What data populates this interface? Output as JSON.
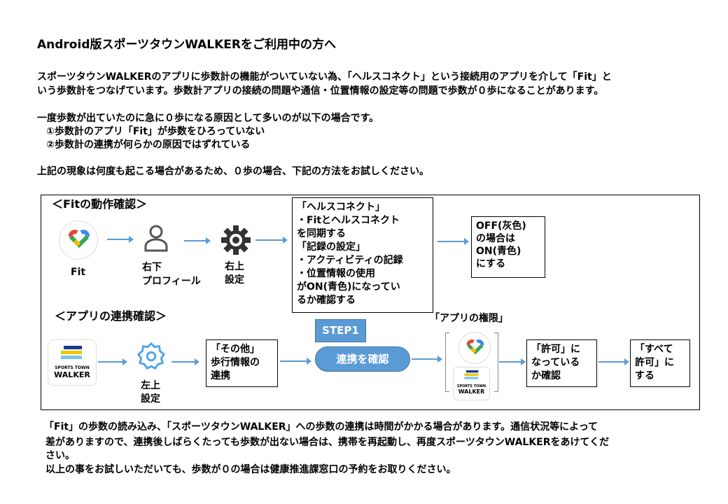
{
  "title": "Android版スポーツタウンWALKERをご利用中の方へ",
  "intro": {
    "lines": [
      "スポーツタウンWALKERのアプリに歩数計の機能がついていない為、「ヘルスコネクト」という接続用のアプリを介して「Fit」と",
      "いう歩数計をつなげています。歩数計アプリの接続の問題や通信・位置情報の設定等の問題で歩数が０歩になることがあります。"
    ],
    "cause_heading": "一度歩数が出ていたのに急に０歩になる原因として多いのが以下の場合です。",
    "causes": [
      "①歩数計のアプリ「Fit」が歩数をひろっていない",
      "②歩数計の連携が何らかの原因ではずれている"
    ],
    "advice": "上記の現象は何度も起こる場合があるため、０歩の場合、下記の方法をお試しください。"
  },
  "fit_section": {
    "heading": "＜Fitの動作確認＞",
    "fit_label": "Fit",
    "profile_label": [
      "右下",
      "プロフィール"
    ],
    "settings_label": [
      "右上",
      "設定"
    ],
    "check_box": [
      "「ヘルスコネクト」",
      "・Fitとヘルスコネクト",
      "を同期する",
      "「記録の設定」",
      "・アクティビティの記録",
      "・位置情報の使用",
      "がON(青色)になってい",
      "るか確認する"
    ],
    "off_box": [
      "OFF(灰色)",
      "の場合は",
      "ON(青色)",
      "にする"
    ]
  },
  "app_section": {
    "heading": "＜アプリの連携確認＞",
    "walker_logo": [
      "SPORTS TOWN",
      "WALKER"
    ],
    "settings_label": [
      "左上",
      "設定"
    ],
    "other_box": [
      "「その他」",
      "歩行情報の",
      "連携"
    ],
    "step_label": "STEP1",
    "link_button": "連携を確認",
    "permissions_label": "「アプリの権限」",
    "allowed_box": [
      "「許可」に",
      "なっている",
      "か確認"
    ],
    "allow_all_box": [
      "「すべて",
      "許可」に",
      "する"
    ]
  },
  "footer": {
    "lines": [
      "「Fit」の歩数の読み込み、「スポーツタウンWALKER」への歩数の連携は時間がかかる場合があります。通信状況等によって",
      "差がありますので、連携後しばらくたっても歩数が出ない場合は、携帯を再起動し、再度スポーツタウンWALKERをあけてくだ",
      "さい。",
      "以上の事をお試しいただいても、歩数が０の場合は健康推進課窓口の予約をお取りください。"
    ]
  },
  "colors": {
    "accent": "#5b9bd5",
    "arrow": "#5b9bd5"
  }
}
